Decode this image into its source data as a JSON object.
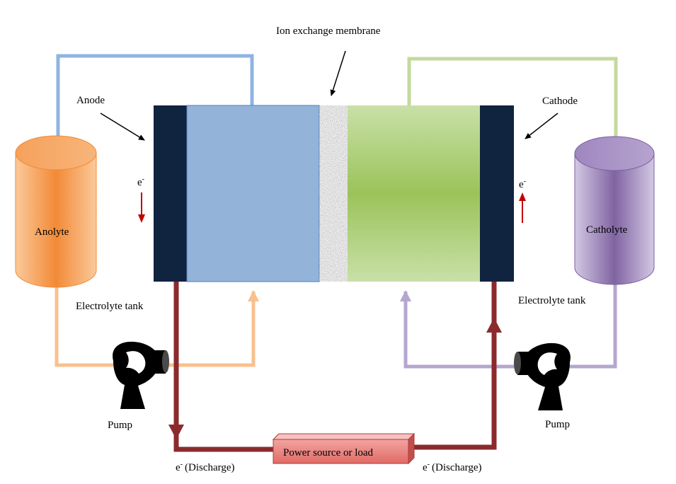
{
  "labels": {
    "membrane": "Ion exchange membrane",
    "anode": "Anode",
    "cathode": "Cathode",
    "anolyte": "Anolyte",
    "catholyte": "Catholyte",
    "tank_left": "Electrolyte tank",
    "tank_right": "Electrolyte tank",
    "pump_left": "Pump",
    "pump_right": "Pump",
    "load": "Power source or load",
    "electron": "e",
    "electron_sup": "-",
    "discharge": "(Discharge)"
  },
  "colors": {
    "anolyte_pipe": "#8fb4e3",
    "anolyte_return": "#f9c08f",
    "catholyte_pipe": "#c3da9c",
    "catholyte_return": "#b5a6cf",
    "external_circuit": "#8b2a2d",
    "electrode": "#10233f",
    "anode_compartment": "#94b3d8",
    "cathode_compartment": "#9bc35a",
    "tank_orange": "#f28a37",
    "tank_purple": "#8064a2",
    "electron_arrow": "#c00000"
  }
}
